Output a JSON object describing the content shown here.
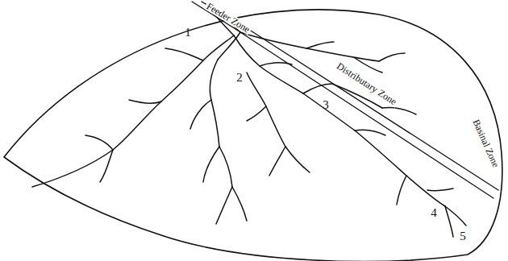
{
  "diagram": {
    "labels": [
      "Feeder Zone",
      "Distributary Zone",
      "Basinal Zone",
      "1",
      "2",
      "3",
      "4",
      "5"
    ]
  }
}
